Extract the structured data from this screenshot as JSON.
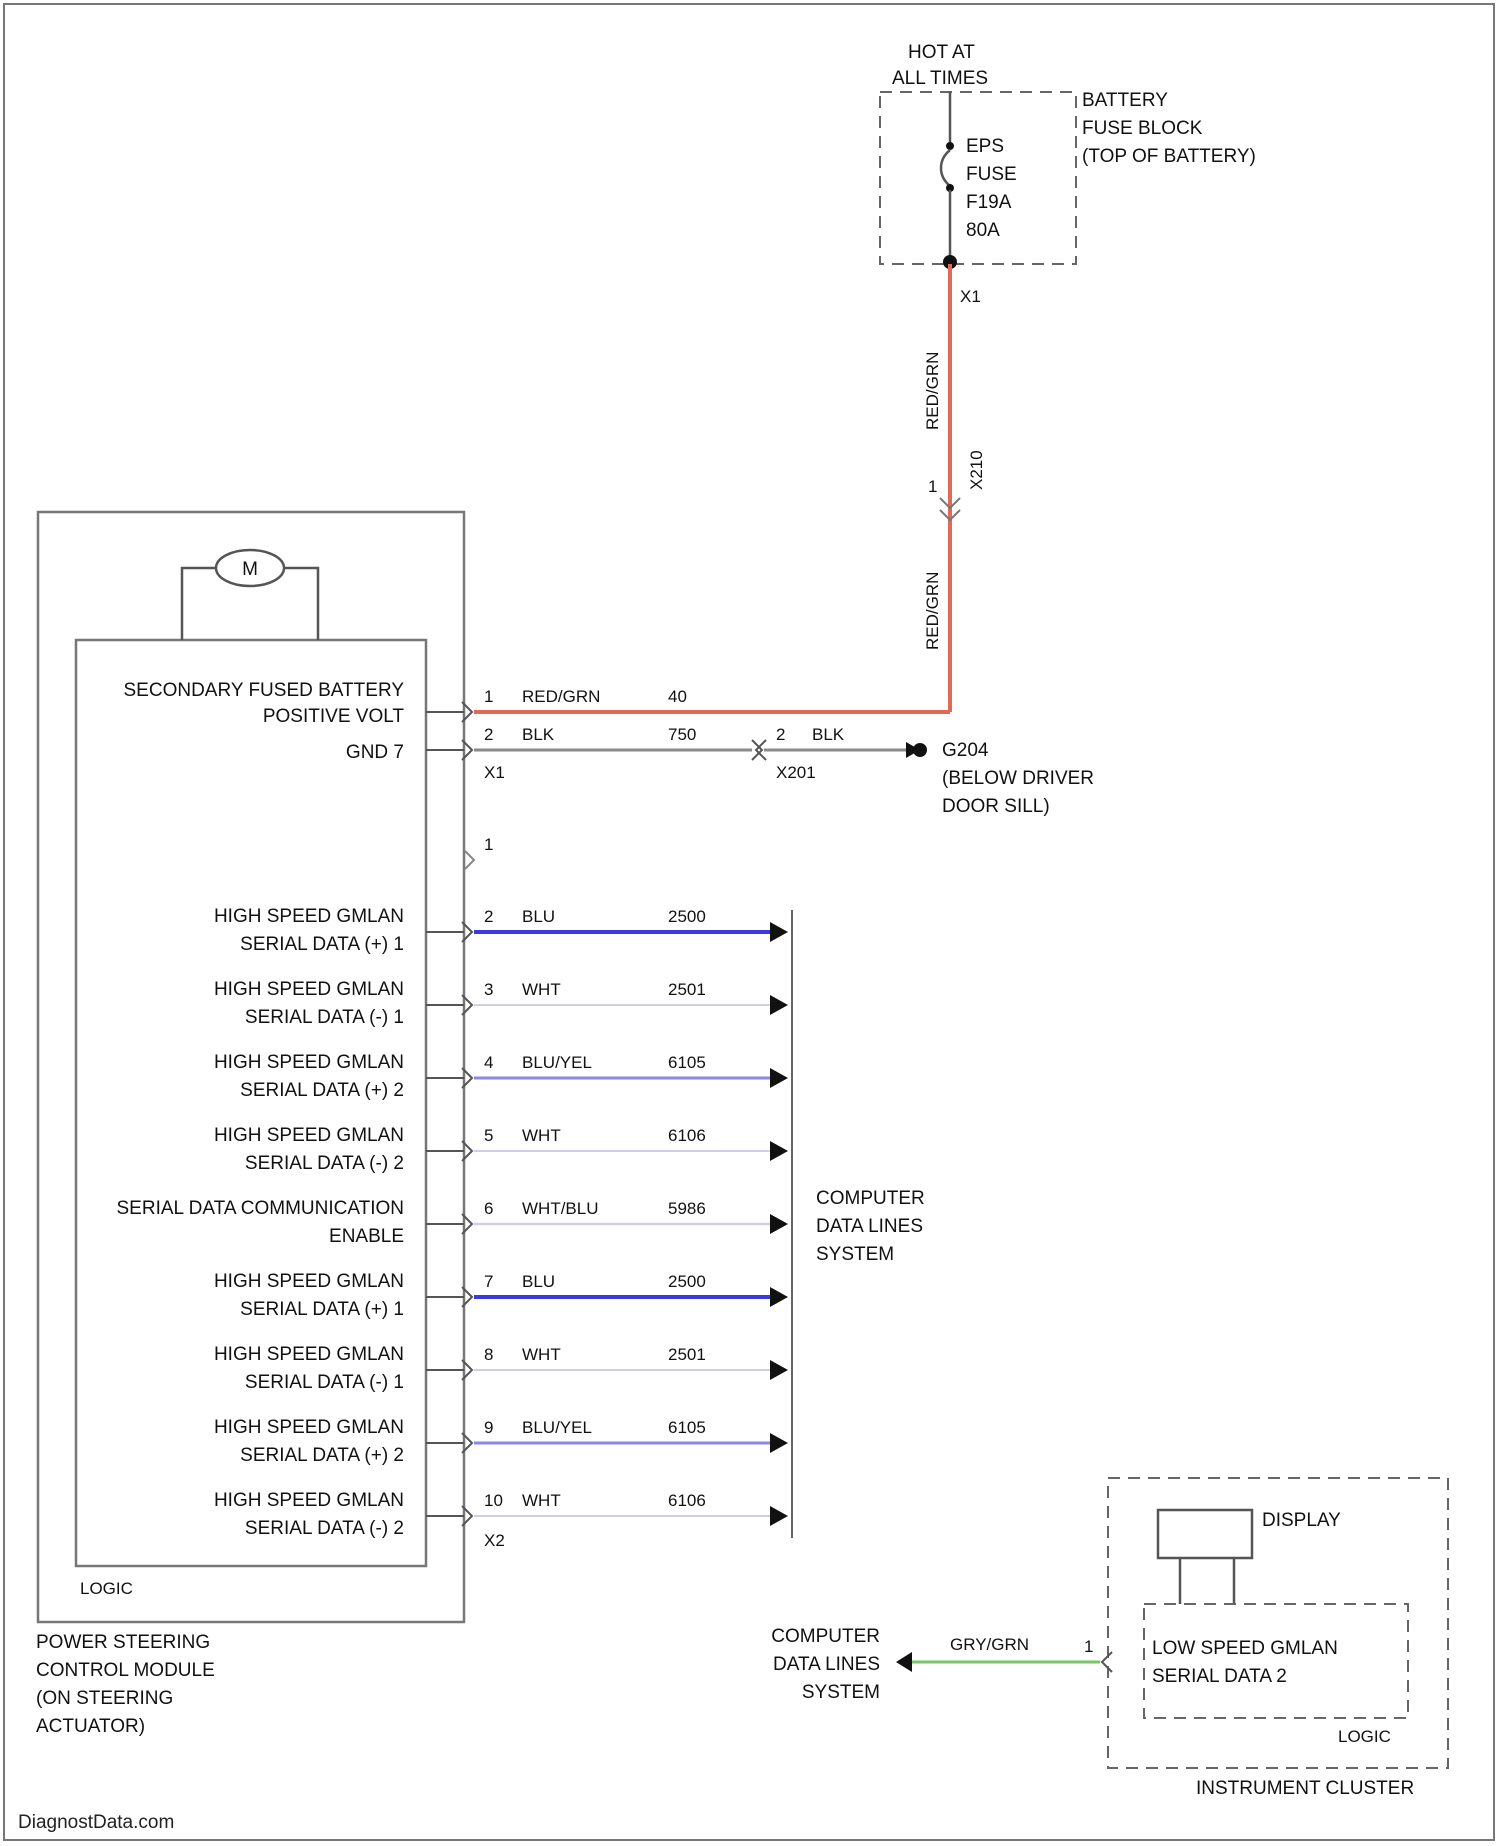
{
  "colors": {
    "red_wire": "#e06a55",
    "blue_wire": "#3a3adf",
    "light_blue_wire": "#8a8ae6",
    "pale_wire": "#cfd0e6",
    "gray_wire": "#8a8a8a",
    "green_wire": "#7ac46a",
    "line": "#555555"
  },
  "battery": {
    "hot_at_all_times_l1": "HOT AT",
    "hot_at_all_times_l2": "ALL TIMES",
    "fuse_block_l1": "BATTERY",
    "fuse_block_l2": "FUSE BLOCK",
    "fuse_block_l3": "(TOP OF BATTERY)",
    "fuse_l1": "EPS",
    "fuse_l2": "FUSE",
    "fuse_l3": "F19A",
    "fuse_l4": "80A",
    "terminal": "X1",
    "vertical_wire_upper": "RED/GRN",
    "connector_label": "X210",
    "connector_pin": "1",
    "vertical_wire_lower": "RED/GRN"
  },
  "module": {
    "motor_symbol": "M",
    "logic_label": "LOGIC",
    "name_l1": "POWER STEERING",
    "name_l2": "CONTROL MODULE",
    "name_l3": "(ON STEERING",
    "name_l4": "ACTUATOR)",
    "x1_connector": "X1",
    "x2_connector": "X2",
    "pin_1_x2": "1"
  },
  "power_pins": [
    {
      "func_l1": "SECONDARY FUSED BATTERY",
      "func_l2": "POSITIVE VOLT",
      "pin": "1",
      "color": "RED/GRN",
      "circuit": "40"
    },
    {
      "func_l1": "GND 7",
      "func_l2": "",
      "pin": "2",
      "color": "BLK",
      "circuit": "750"
    }
  ],
  "ground": {
    "connector": "X201",
    "connector_pin": "2",
    "wire_color": "BLK",
    "ground_id": "G204",
    "location_l1": "(BELOW DRIVER",
    "location_l2": "DOOR SILL)"
  },
  "data_pins": [
    {
      "func_l1": "HIGH SPEED GMLAN",
      "func_l2": "SERIAL DATA (+) 1",
      "pin": "2",
      "color": "BLU",
      "circuit": "2500"
    },
    {
      "func_l1": "HIGH SPEED GMLAN",
      "func_l2": "SERIAL DATA (-) 1",
      "pin": "3",
      "color": "WHT",
      "circuit": "2501"
    },
    {
      "func_l1": "HIGH SPEED GMLAN",
      "func_l2": "SERIAL DATA (+) 2",
      "pin": "4",
      "color": "BLU/YEL",
      "circuit": "6105"
    },
    {
      "func_l1": "HIGH SPEED GMLAN",
      "func_l2": "SERIAL DATA (-) 2",
      "pin": "5",
      "color": "WHT",
      "circuit": "6106"
    },
    {
      "func_l1": "SERIAL DATA COMMUNICATION",
      "func_l2": "ENABLE",
      "pin": "6",
      "color": "WHT/BLU",
      "circuit": "5986"
    },
    {
      "func_l1": "HIGH SPEED GMLAN",
      "func_l2": "SERIAL DATA (+) 1",
      "pin": "7",
      "color": "BLU",
      "circuit": "2500"
    },
    {
      "func_l1": "HIGH SPEED GMLAN",
      "func_l2": "SERIAL DATA (-) 1",
      "pin": "8",
      "color": "WHT",
      "circuit": "2501"
    },
    {
      "func_l1": "HIGH SPEED GMLAN",
      "func_l2": "SERIAL DATA (+) 2",
      "pin": "9",
      "color": "BLU/YEL",
      "circuit": "6105"
    },
    {
      "func_l1": "HIGH SPEED GMLAN",
      "func_l2": "SERIAL DATA (-) 2",
      "pin": "10",
      "color": "WHT",
      "circuit": "6106"
    }
  ],
  "data_system": {
    "l1": "COMPUTER",
    "l2": "DATA LINES",
    "l3": "SYSTEM"
  },
  "cluster": {
    "display_label": "DISPLAY",
    "func_l1": "LOW SPEED GMLAN",
    "func_l2": "SERIAL DATA 2",
    "logic_label": "LOGIC",
    "name": "INSTRUMENT CLUSTER",
    "pin": "1",
    "wire_color": "GRY/GRN",
    "data_system_l1": "COMPUTER",
    "data_system_l2": "DATA LINES",
    "data_system_l3": "SYSTEM"
  },
  "watermark": "DiagnostData.com"
}
